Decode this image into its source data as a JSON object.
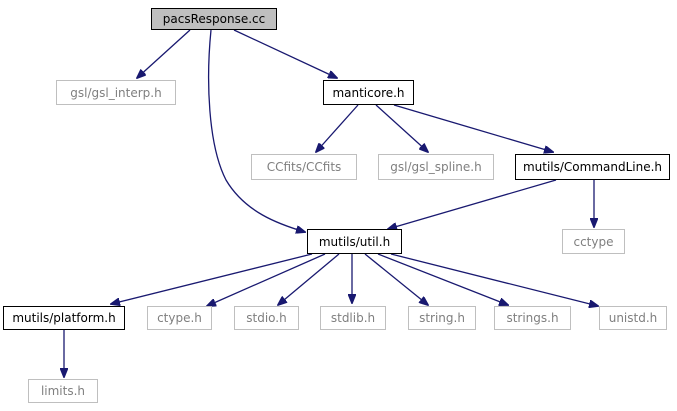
{
  "nodes": {
    "pacsresponse": {
      "label": "pacsResponse.cc"
    },
    "gsl_interp": {
      "label": "gsl/gsl_interp.h"
    },
    "manticore": {
      "label": "manticore.h"
    },
    "ccfits": {
      "label": "CCfits/CCfits"
    },
    "gsl_spline": {
      "label": "gsl/gsl_spline.h"
    },
    "commandline": {
      "label": "mutils/CommandLine.h"
    },
    "util": {
      "label": "mutils/util.h"
    },
    "cctype": {
      "label": "cctype"
    },
    "platform": {
      "label": "mutils/platform.h"
    },
    "ctype": {
      "label": "ctype.h"
    },
    "stdio": {
      "label": "stdio.h"
    },
    "stdlib": {
      "label": "stdlib.h"
    },
    "string": {
      "label": "string.h"
    },
    "strings": {
      "label": "strings.h"
    },
    "unistd": {
      "label": "unistd.h"
    },
    "limits": {
      "label": "limits.h"
    }
  },
  "colors": {
    "edge": "#191970",
    "root_fill": "#bfbfbf",
    "node_border": "#000000",
    "external_border": "#bfbfbf",
    "external_text": "#7f7f7f"
  }
}
